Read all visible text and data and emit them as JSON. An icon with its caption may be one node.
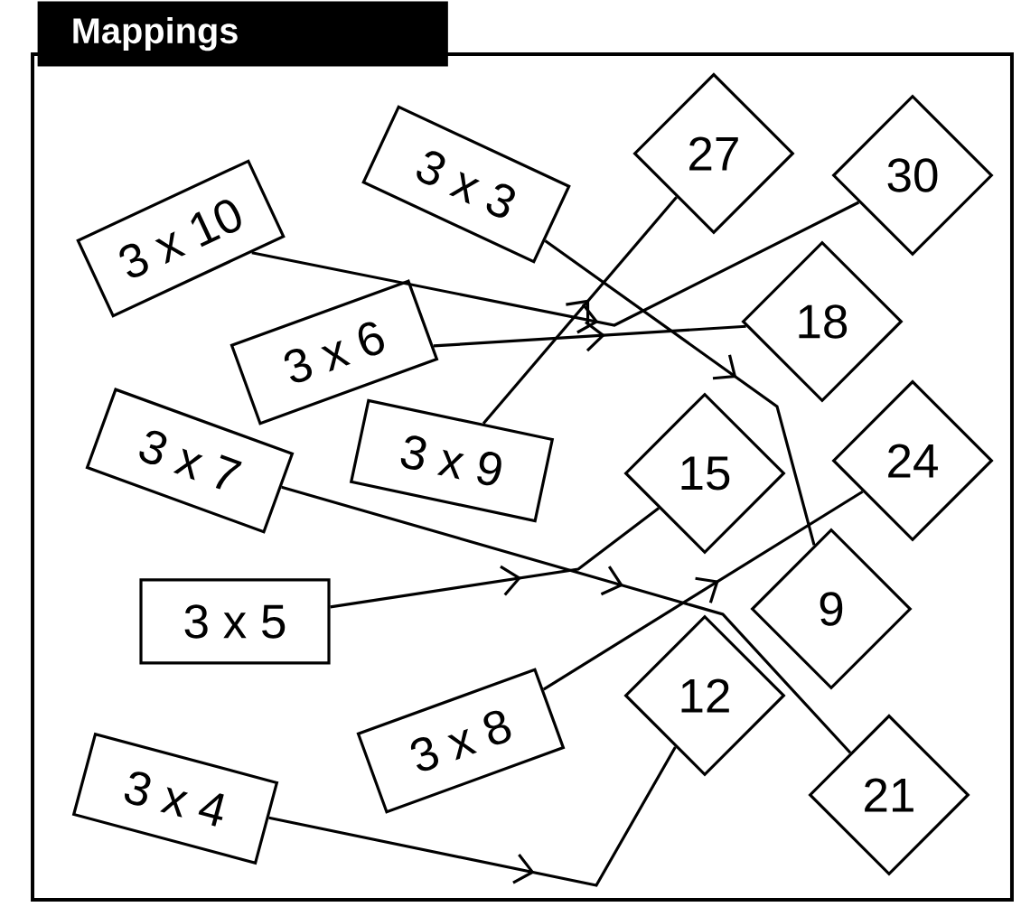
{
  "diagram": {
    "title": "Mappings",
    "nodes": [
      {
        "text": [
          "3 x 10"
        ]
      },
      {
        "text": [
          "3 x 3"
        ]
      },
      {
        "text": [
          "3 x 6"
        ]
      },
      {
        "text": [
          "3 x 7"
        ]
      },
      {
        "text": [
          "3 x 9"
        ]
      },
      {
        "text": [
          "3 x 5"
        ]
      },
      {
        "text": [
          "3 x 4"
        ]
      },
      {
        "text": [
          "3 x 8"
        ]
      },
      {
        "text": [
          "27"
        ]
      },
      {
        "text": [
          "30"
        ]
      },
      {
        "text": [
          "18"
        ]
      },
      {
        "text": [
          "15"
        ]
      },
      {
        "text": [
          "24"
        ]
      },
      {
        "text": [
          "9"
        ]
      },
      {
        "text": [
          "12"
        ]
      },
      {
        "text": [
          "21"
        ]
      }
    ],
    "edges": [
      {
        "from": 0,
        "to": 9,
        "arrow": "to"
      },
      {
        "from": 1,
        "to": 13,
        "arrow": "to"
      },
      {
        "from": 2,
        "to": 10,
        "arrow": "to"
      },
      {
        "from": 4,
        "to": 8,
        "arrow": "to"
      },
      {
        "from": 3,
        "to": 15,
        "arrow": "to"
      },
      {
        "from": 5,
        "to": 11,
        "arrow": "to"
      },
      {
        "from": 7,
        "to": 12,
        "arrow": "to"
      },
      {
        "from": 6,
        "to": 14,
        "arrow": "to"
      }
    ]
  }
}
